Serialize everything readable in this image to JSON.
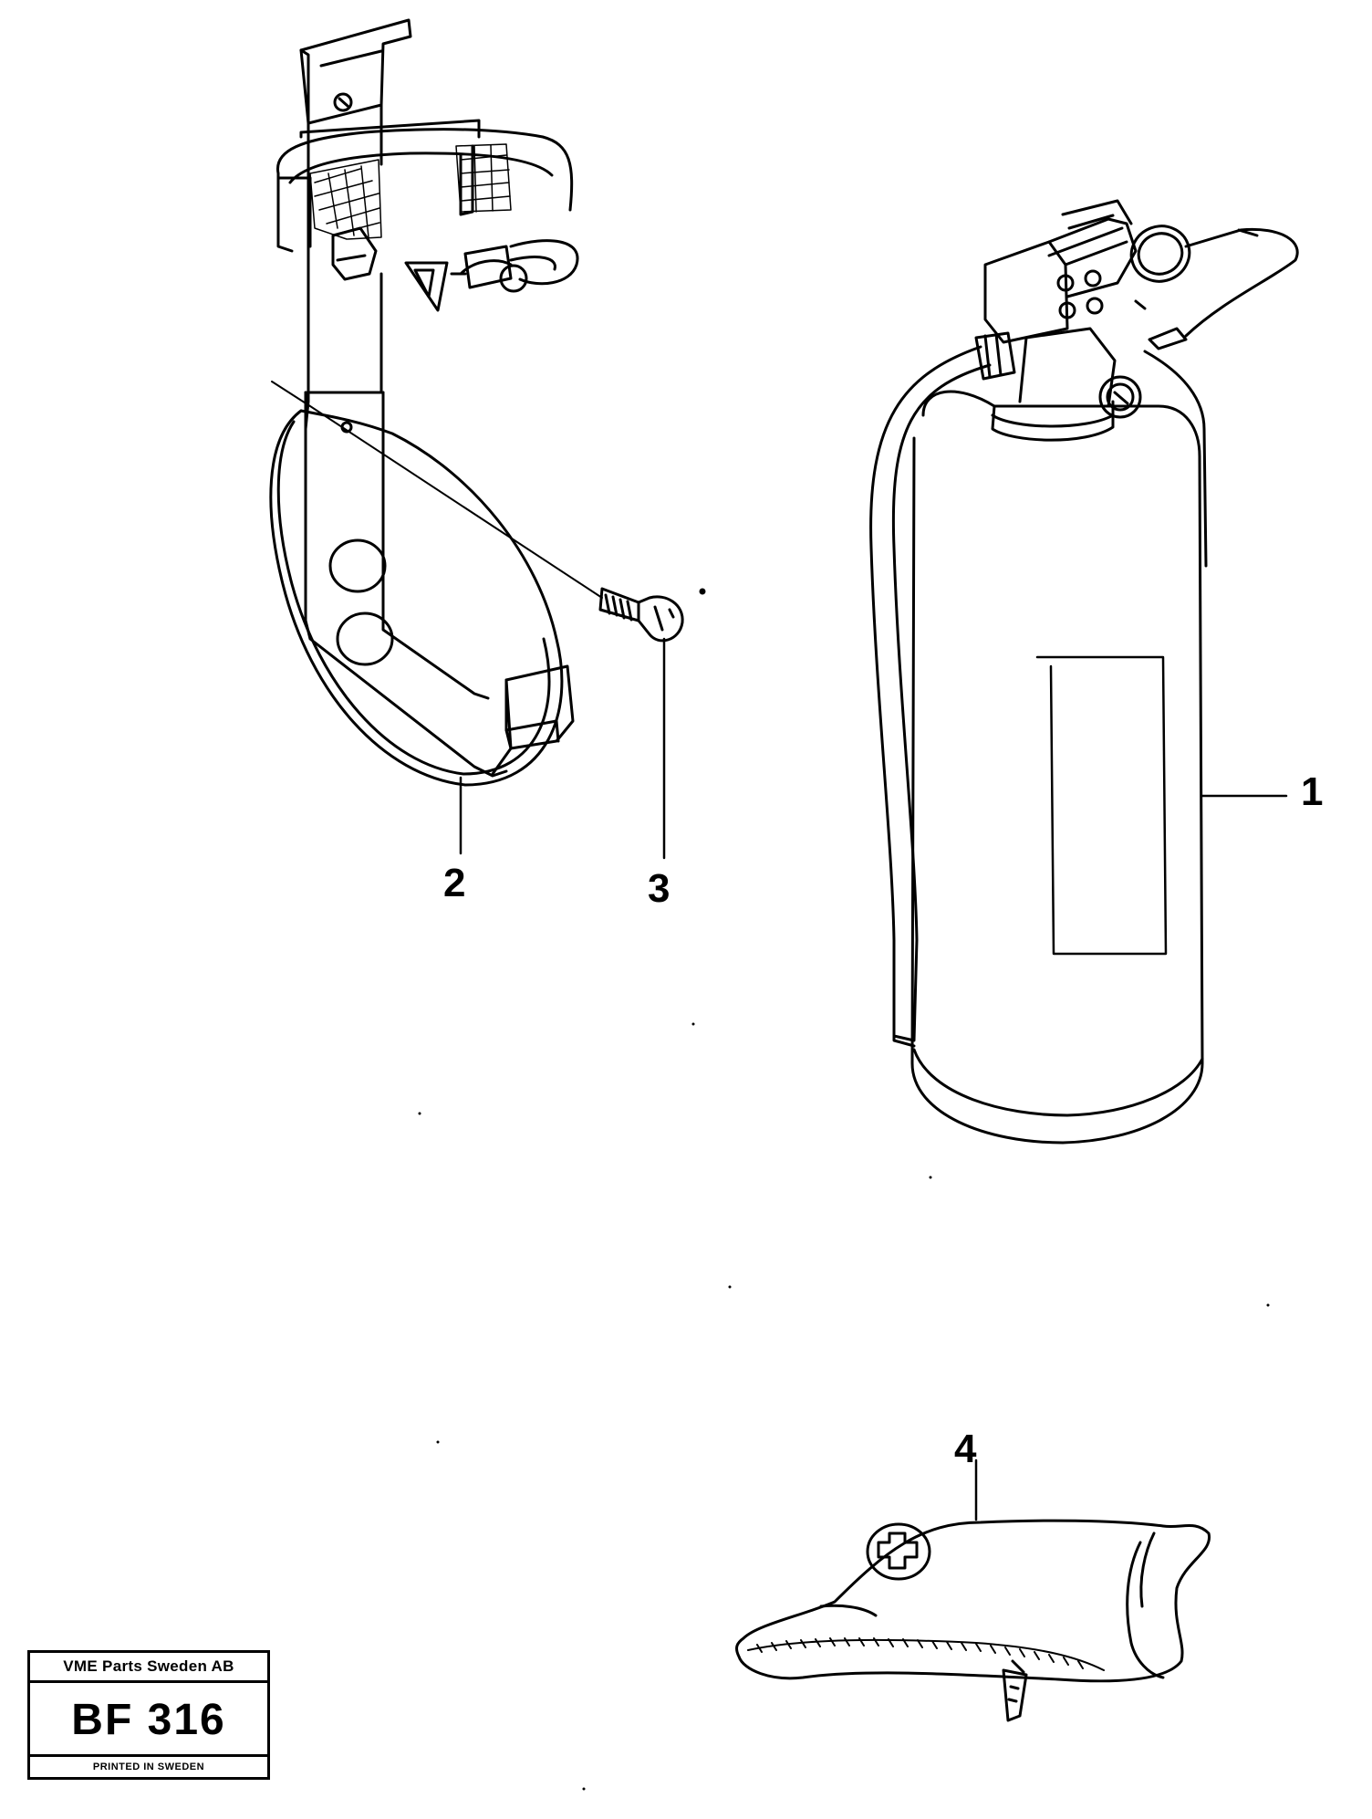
{
  "callouts": {
    "item1": "1",
    "item2": "2",
    "item3": "3",
    "item4": "4"
  },
  "stamp": {
    "company": "VME Parts Sweden AB",
    "code": "BF 316",
    "printed": "PRINTED IN SWEDEN"
  },
  "parts": {
    "fire_extinguisher": "fire-extinguisher-icon",
    "bracket": "extinguisher-bracket-icon",
    "screw": "screw-icon",
    "first_aid_kit": "first-aid-kit-icon"
  }
}
